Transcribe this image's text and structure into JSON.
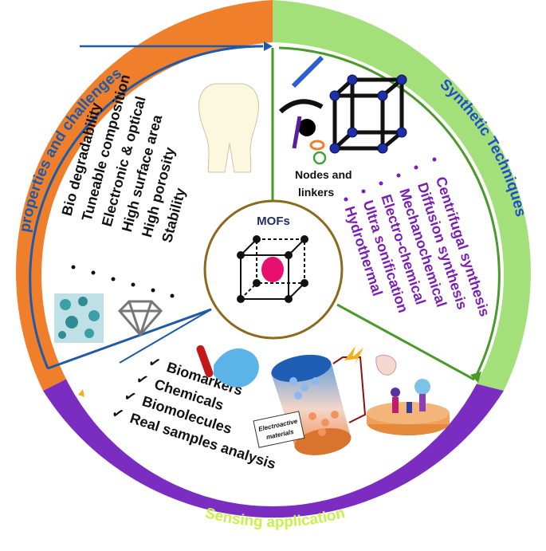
{
  "center": {
    "title": "MOFs"
  },
  "segments": {
    "properties": {
      "title": "properties and challenges",
      "items": [
        "Bio degradability",
        "Tuneable composition",
        "Electronic & optical",
        "High surface area",
        "High porosity",
        "Stability"
      ]
    },
    "synthetic": {
      "title": "Synthetic Techniques",
      "node_label_line1": "Nodes and",
      "node_label_line2": "linkers",
      "items": [
        "Centrifugal synthesis",
        "Diffusion synthesis",
        "Mechanochemical",
        "Electro-chemical",
        "Ultra sonification",
        "Hydrothermal"
      ]
    },
    "sensing": {
      "title": "Sensing application",
      "items": [
        "Biomarkers",
        "Chemicals",
        "Biomolecules",
        "Real samples analysis"
      ],
      "electrode_label_line1": "Electroactive",
      "electrode_label_line2": "materials"
    }
  },
  "colors": {
    "orange": "#f07f2c",
    "green": "#a4e07a",
    "purple": "#7a2dc0",
    "blue_border": "#1e5aa8",
    "green_border": "#4a9a2a",
    "center_ring": "#8b6a1c",
    "synthetic_text": "#7a1fb5",
    "sensing_text": "#c6f24a",
    "properties_text": "#1e5aa8",
    "synthetic_title_text": "#1f4fc8"
  }
}
